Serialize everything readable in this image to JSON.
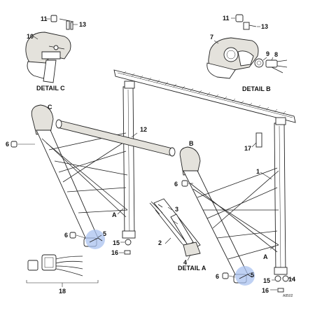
{
  "callouts": {
    "c1": "1",
    "c2": "2",
    "c3": "3",
    "c4": "4",
    "c5a": "5",
    "c5b": "5",
    "c6a": "6",
    "c6b": "6",
    "c6c": "6",
    "c6d": "6",
    "c7": "7",
    "c8": "8",
    "c9": "9",
    "c10": "10",
    "c11a": "11",
    "c11b": "11",
    "c12": "12",
    "c13a": "13",
    "c13b": "13",
    "c14": "14",
    "c15a": "15",
    "c15b": "15",
    "c16a": "16",
    "c16b": "16",
    "c17": "17",
    "c18": "18"
  },
  "view_letters": {
    "a1": "A",
    "a2": "A",
    "b": "B",
    "c": "C"
  },
  "detail_titles": {
    "detail_c": "DETAIL C",
    "detail_b": "DETAIL B",
    "detail_a": "DETAIL A"
  },
  "drawing_code": "A8502",
  "colors": {
    "highlight": "#a9c2ef",
    "line": "#222222",
    "shade": "#e4e2dc"
  }
}
